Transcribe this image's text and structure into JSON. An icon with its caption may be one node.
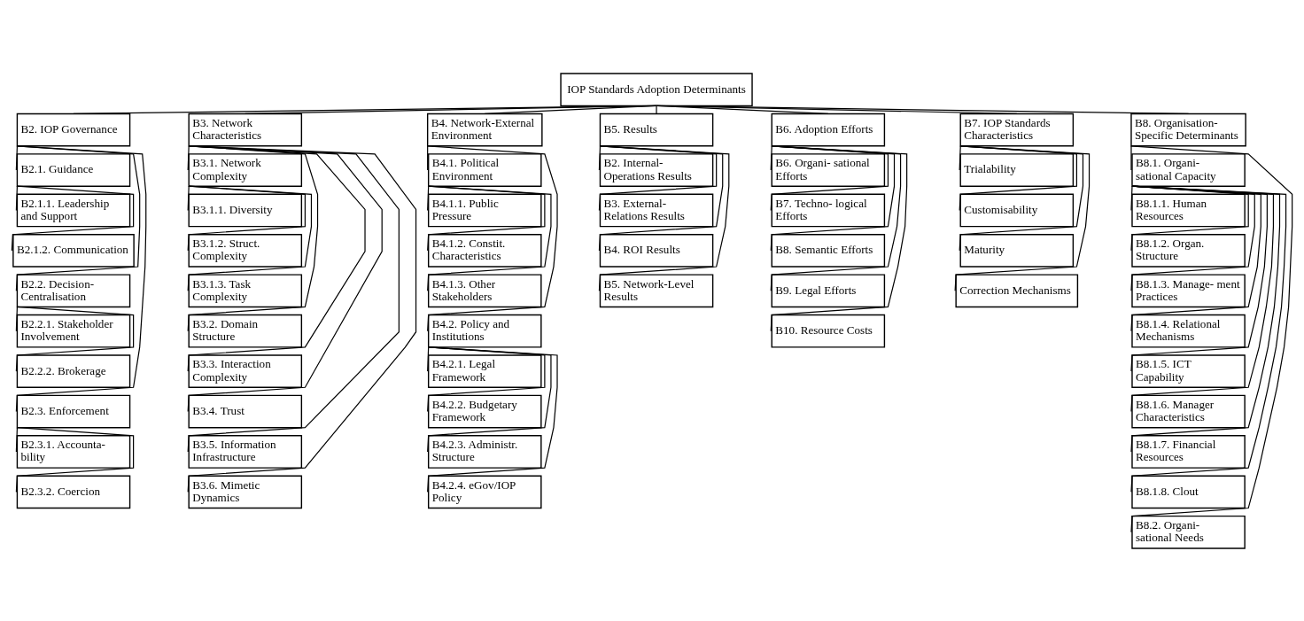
{
  "diagram": {
    "nodes": [
      {
        "text": [
          "IOP Standards Adoption Determinants"
        ]
      },
      {
        "text": [
          "B2. IOP Governance"
        ]
      },
      {
        "text": [
          "B2.1. Guidance"
        ]
      },
      {
        "text": [
          "B2.1.1. Leadership and Support"
        ]
      },
      {
        "text": [
          "B2.1.2. Communication"
        ]
      },
      {
        "text": [
          "B2.2. Decision- Centralisation"
        ]
      },
      {
        "text": [
          "B2.2.1. Stakeholder Involvement"
        ]
      },
      {
        "text": [
          "B2.2.2. Brokerage"
        ]
      },
      {
        "text": [
          "B2.3. Enforcement"
        ]
      },
      {
        "text": [
          "B2.3.1. Accounta- bility"
        ]
      },
      {
        "text": [
          "B2.3.2. Coercion"
        ]
      },
      {
        "text": [
          "B3. Network Characteristics"
        ]
      },
      {
        "text": [
          "B3.1. Network Complexity"
        ]
      },
      {
        "text": [
          "B3.1.1. Diversity"
        ]
      },
      {
        "text": [
          "B3.1.2. Struct. Complexity"
        ]
      },
      {
        "text": [
          "B3.1.3. Task Complexity"
        ]
      },
      {
        "text": [
          "B3.2. Domain Structure"
        ]
      },
      {
        "text": [
          "B3.3. Interaction Complexity"
        ]
      },
      {
        "text": [
          "B3.4. Trust"
        ]
      },
      {
        "text": [
          "B3.5. Information Infrastructure"
        ]
      },
      {
        "text": [
          "B3.6. Mimetic Dynamics"
        ]
      },
      {
        "text": [
          "B4. Network-External Environment"
        ]
      },
      {
        "text": [
          "B4.1. Political Environment"
        ]
      },
      {
        "text": [
          "B4.1.1. Public Pressure"
        ]
      },
      {
        "text": [
          "B4.1.2. Constit. Characteristics"
        ]
      },
      {
        "text": [
          "B4.1.3. Other Stakeholders"
        ]
      },
      {
        "text": [
          "B4.2. Policy and Institutions"
        ]
      },
      {
        "text": [
          "B4.2.1. Legal Framework"
        ]
      },
      {
        "text": [
          "B4.2.2. Budgetary Framework"
        ]
      },
      {
        "text": [
          "B4.2.3. Administr. Structure"
        ]
      },
      {
        "text": [
          "B4.2.4. eGov/IOP Policy"
        ]
      },
      {
        "text": [
          "B5. Results"
        ]
      },
      {
        "text": [
          "B2. Internal- Operations Results"
        ]
      },
      {
        "text": [
          "B3. External- Relations Results"
        ]
      },
      {
        "text": [
          "B4. ROI Results"
        ]
      },
      {
        "text": [
          "B5. Network-Level Results"
        ]
      },
      {
        "text": [
          "B6. Adoption Efforts"
        ]
      },
      {
        "text": [
          "B6. Organi- sational Efforts"
        ]
      },
      {
        "text": [
          "B7. Techno- logical Efforts"
        ]
      },
      {
        "text": [
          "B8. Semantic Efforts"
        ]
      },
      {
        "text": [
          "B9. Legal Efforts"
        ]
      },
      {
        "text": [
          "B10. Resource Costs"
        ]
      },
      {
        "text": [
          "B7. IOP Standards Characteristics"
        ]
      },
      {
        "text": [
          "Trialability"
        ]
      },
      {
        "text": [
          "Customisability"
        ]
      },
      {
        "text": [
          "Maturity"
        ]
      },
      {
        "text": [
          "Correction Mechanisms"
        ]
      },
      {
        "text": [
          "B8. Organisation- Specific Determinants"
        ]
      },
      {
        "text": [
          "B8.1. Organi- sational Capacity"
        ]
      },
      {
        "text": [
          "B8.1.1. Human Resources"
        ]
      },
      {
        "text": [
          "B8.1.2. Organ. Structure"
        ]
      },
      {
        "text": [
          "B8.1.3. Manage- ment Practices"
        ]
      },
      {
        "text": [
          "B8.1.4. Relational Mechanisms"
        ]
      },
      {
        "text": [
          "B8.1.5. ICT Capability"
        ]
      },
      {
        "text": [
          "B8.1.6. Manager Characteristics"
        ]
      },
      {
        "text": [
          "B8.1.7. Financial Resources"
        ]
      },
      {
        "text": [
          "B8.1.8. Clout"
        ]
      },
      {
        "text": [
          "B8.2. Organi- sational Needs"
        ]
      }
    ],
    "edges": [
      {
        "from": 0,
        "to": 1,
        "arrow": "none"
      },
      {
        "from": 0,
        "to": 11,
        "arrow": "none"
      },
      {
        "from": 0,
        "to": 21,
        "arrow": "none"
      },
      {
        "from": 0,
        "to": 31,
        "arrow": "none"
      },
      {
        "from": 0,
        "to": 36,
        "arrow": "none"
      },
      {
        "from": 0,
        "to": 42,
        "arrow": "none"
      },
      {
        "from": 0,
        "to": 47,
        "arrow": "none"
      },
      {
        "from": 1,
        "to": 2,
        "arrow": "none"
      },
      {
        "from": 2,
        "to": 3,
        "arrow": "none"
      },
      {
        "from": 2,
        "to": 4,
        "arrow": "none"
      },
      {
        "from": 1,
        "to": 5,
        "arrow": "none"
      },
      {
        "from": 5,
        "to": 6,
        "arrow": "none"
      },
      {
        "from": 5,
        "to": 7,
        "arrow": "none"
      },
      {
        "from": 1,
        "to": 8,
        "arrow": "none"
      },
      {
        "from": 8,
        "to": 9,
        "arrow": "none"
      },
      {
        "from": 8,
        "to": 10,
        "arrow": "none"
      },
      {
        "from": 11,
        "to": 12,
        "arrow": "none"
      },
      {
        "from": 12,
        "to": 13,
        "arrow": "none"
      },
      {
        "from": 12,
        "to": 14,
        "arrow": "none"
      },
      {
        "from": 12,
        "to": 15,
        "arrow": "none"
      },
      {
        "from": 11,
        "to": 16,
        "arrow": "none"
      },
      {
        "from": 11,
        "to": 17,
        "arrow": "none"
      },
      {
        "from": 11,
        "to": 18,
        "arrow": "none"
      },
      {
        "from": 11,
        "to": 19,
        "arrow": "none"
      },
      {
        "from": 11,
        "to": 20,
        "arrow": "none"
      },
      {
        "from": 21,
        "to": 22,
        "arrow": "none"
      },
      {
        "from": 22,
        "to": 23,
        "arrow": "none"
      },
      {
        "from": 22,
        "to": 24,
        "arrow": "none"
      },
      {
        "from": 22,
        "to": 25,
        "arrow": "none"
      },
      {
        "from": 21,
        "to": 26,
        "arrow": "none"
      },
      {
        "from": 26,
        "to": 27,
        "arrow": "none"
      },
      {
        "from": 26,
        "to": 28,
        "arrow": "none"
      },
      {
        "from": 26,
        "to": 29,
        "arrow": "none"
      },
      {
        "from": 26,
        "to": 30,
        "arrow": "none"
      },
      {
        "from": 31,
        "to": 32,
        "arrow": "none"
      },
      {
        "from": 31,
        "to": 33,
        "arrow": "none"
      },
      {
        "from": 31,
        "to": 34,
        "arrow": "none"
      },
      {
        "from": 31,
        "to": 35,
        "arrow": "none"
      },
      {
        "from": 36,
        "to": 37,
        "arrow": "none"
      },
      {
        "from": 36,
        "to": 38,
        "arrow": "none"
      },
      {
        "from": 36,
        "to": 39,
        "arrow": "none"
      },
      {
        "from": 36,
        "to": 40,
        "arrow": "none"
      },
      {
        "from": 36,
        "to": 41,
        "arrow": "none"
      },
      {
        "from": 42,
        "to": 43,
        "arrow": "none"
      },
      {
        "from": 42,
        "to": 44,
        "arrow": "none"
      },
      {
        "from": 42,
        "to": 45,
        "arrow": "none"
      },
      {
        "from": 42,
        "to": 46,
        "arrow": "none"
      },
      {
        "from": 47,
        "to": 48,
        "arrow": "none"
      },
      {
        "from": 48,
        "to": 49,
        "arrow": "none"
      },
      {
        "from": 48,
        "to": 50,
        "arrow": "none"
      },
      {
        "from": 48,
        "to": 51,
        "arrow": "none"
      },
      {
        "from": 48,
        "to": 52,
        "arrow": "none"
      },
      {
        "from": 48,
        "to": 53,
        "arrow": "none"
      },
      {
        "from": 48,
        "to": 54,
        "arrow": "none"
      },
      {
        "from": 48,
        "to": 55,
        "arrow": "none"
      },
      {
        "from": 48,
        "to": 56,
        "arrow": "none"
      },
      {
        "from": 47,
        "to": 57,
        "arrow": "none"
      }
    ]
  }
}
